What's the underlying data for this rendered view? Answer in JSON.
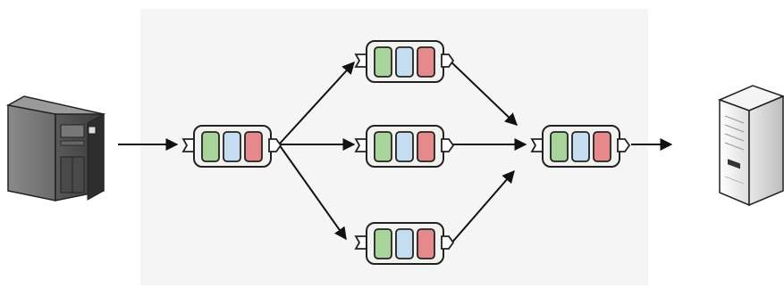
{
  "diagram": {
    "colors": {
      "background_panel": "#f5f5f5",
      "slot_green": "#a8d39a",
      "slot_blue": "#c6dcf1",
      "slot_red": "#e5898c",
      "node_outline": "#222222",
      "node_fill": "#f2f2ee",
      "arrow": "#111111"
    },
    "source": {
      "icon": "desktop-tower-computer-icon"
    },
    "sink": {
      "icon": "server-tower-icon"
    },
    "nodes": [
      {
        "id": "entry",
        "icon": "pipeline-stage-icon"
      },
      {
        "id": "branch-top",
        "icon": "pipeline-stage-icon"
      },
      {
        "id": "branch-middle",
        "icon": "pipeline-stage-icon"
      },
      {
        "id": "branch-bottom",
        "icon": "pipeline-stage-icon"
      },
      {
        "id": "merge",
        "icon": "pipeline-stage-icon"
      }
    ],
    "edges": [
      {
        "from": "source",
        "to": "entry"
      },
      {
        "from": "entry",
        "to": "branch-top"
      },
      {
        "from": "entry",
        "to": "branch-middle"
      },
      {
        "from": "entry",
        "to": "branch-bottom"
      },
      {
        "from": "branch-top",
        "to": "merge"
      },
      {
        "from": "branch-middle",
        "to": "merge"
      },
      {
        "from": "branch-bottom",
        "to": "merge"
      },
      {
        "from": "merge",
        "to": "sink"
      }
    ]
  }
}
